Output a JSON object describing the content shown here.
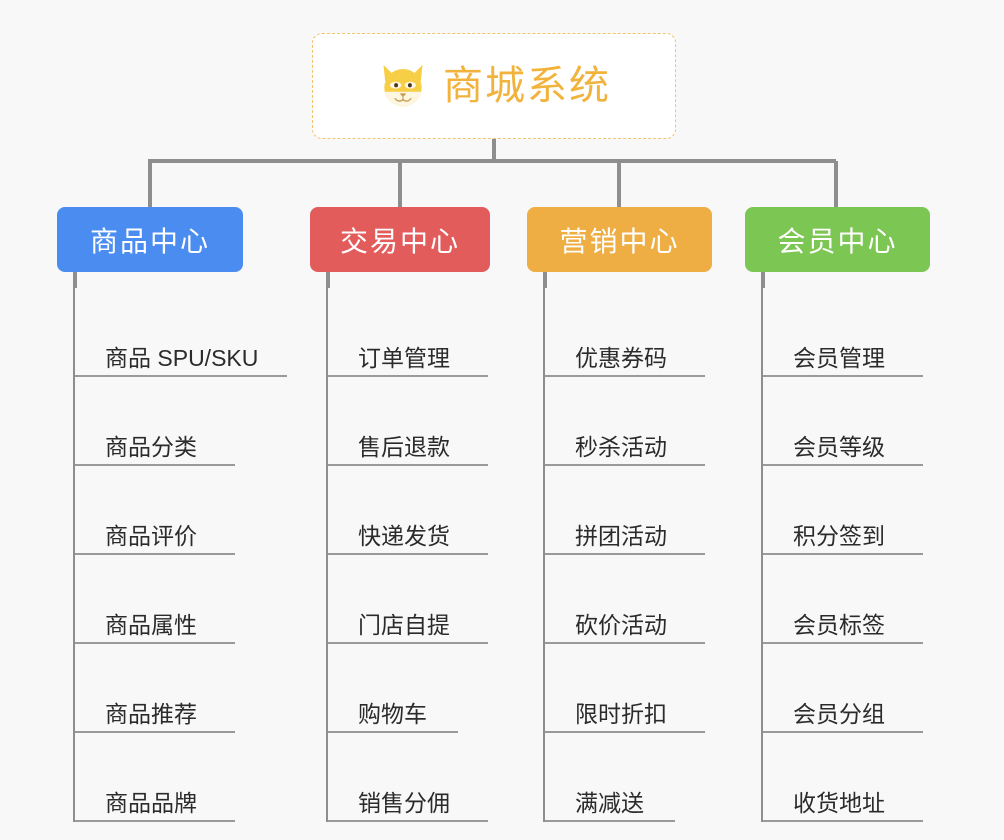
{
  "background_color": "#f8f8f8",
  "root": {
    "icon": "shiba-dog-face-icon",
    "title": "商城系统",
    "title_color": "#f2b33d",
    "border_color": "#f0c36d",
    "background_color": "#ffffff"
  },
  "connector_color": "#8e8e8e",
  "columns": [
    {
      "id": "product-center",
      "header": "商品中心",
      "color": "#4a8cf0",
      "items": [
        {
          "label": "商品 SPU/SKU",
          "width": "wide"
        },
        {
          "label": "商品分类",
          "width": "norm"
        },
        {
          "label": "商品评价",
          "width": "norm"
        },
        {
          "label": "商品属性",
          "width": "norm"
        },
        {
          "label": "商品推荐",
          "width": "norm"
        },
        {
          "label": "商品品牌",
          "width": "norm"
        }
      ]
    },
    {
      "id": "trade-center",
      "header": "交易中心",
      "color": "#e25c5c",
      "items": [
        {
          "label": "订单管理",
          "width": "norm"
        },
        {
          "label": "售后退款",
          "width": "norm"
        },
        {
          "label": "快递发货",
          "width": "norm"
        },
        {
          "label": "门店自提",
          "width": "norm"
        },
        {
          "label": "购物车",
          "width": "short"
        },
        {
          "label": "销售分佣",
          "width": "norm"
        }
      ]
    },
    {
      "id": "marketing-center",
      "header": "营销中心",
      "color": "#eeae44",
      "items": [
        {
          "label": "优惠券码",
          "width": "norm"
        },
        {
          "label": "秒杀活动",
          "width": "norm"
        },
        {
          "label": "拼团活动",
          "width": "norm"
        },
        {
          "label": "砍价活动",
          "width": "norm"
        },
        {
          "label": "限时折扣",
          "width": "norm"
        },
        {
          "label": "满减送",
          "width": "short"
        }
      ]
    },
    {
      "id": "member-center",
      "header": "会员中心",
      "color": "#7cc653",
      "items": [
        {
          "label": "会员管理",
          "width": "norm"
        },
        {
          "label": "会员等级",
          "width": "norm"
        },
        {
          "label": "积分签到",
          "width": "norm"
        },
        {
          "label": "会员标签",
          "width": "norm"
        },
        {
          "label": "会员分组",
          "width": "norm"
        },
        {
          "label": "收货地址",
          "width": "norm"
        }
      ]
    }
  ]
}
